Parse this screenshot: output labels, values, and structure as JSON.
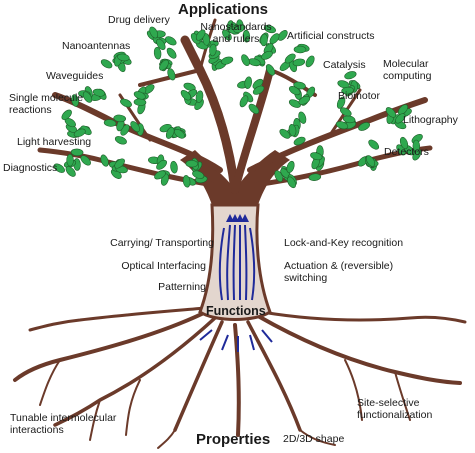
{
  "headings": {
    "applications": "Applications",
    "functions": "Functions",
    "properties": "Properties"
  },
  "applications": {
    "drug_delivery": "Drug delivery",
    "nanostandards": "Nanostandards",
    "and_rulers": "and rulers",
    "artificial_constructs": "Artificial constructs",
    "nanoantennas": "Nanoantennas",
    "catalysis": "Catalysis",
    "molecular": "Molecular",
    "computing": "computing",
    "waveguides": "Waveguides",
    "single_molecule": "Single molecule",
    "reactions": "reactions",
    "biomotor": "Biomotor",
    "lithography": "Lithography",
    "light_harvesting": "Light harvesting",
    "detectors": "Detectors",
    "diagnostics": "Diagnostics"
  },
  "functions": {
    "carrying": "Carrying/ Transporting",
    "optical": "Optical Interfacing",
    "patterning": "Patterning",
    "lock_key": "Lock-and-Key recognition",
    "actuation": "Actuation & (reversible)",
    "switching": "switching"
  },
  "properties": {
    "tunable": "Tunable intermolecular",
    "interactions": "interactions",
    "site_selective": "Site-selective",
    "functionalization": "functionalization",
    "shape": "2D/3D shape"
  },
  "colors": {
    "leaf": "#2fa84f",
    "leaf_outline": "#1f5f2a",
    "trunk": "#6b3a2a",
    "trunk_light": "#d8c7bd",
    "arrows": "#1f2a9a"
  }
}
